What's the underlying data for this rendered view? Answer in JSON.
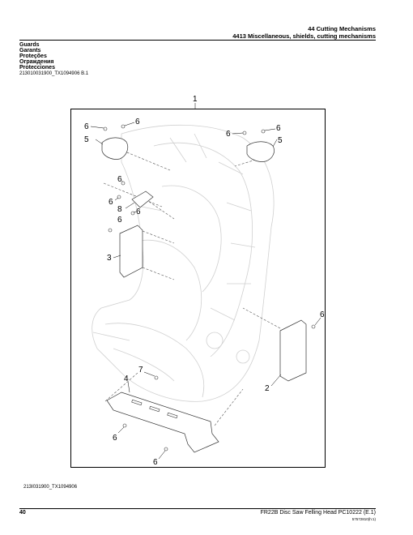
{
  "header": {
    "title": "44 Cutting Mechanisms",
    "subtitle": "4413 Miscellaneous, shields, cutting mechanisms"
  },
  "titles": [
    "Guards",
    "Garants",
    "Proteções",
    "Ограждения",
    "Protecciones"
  ],
  "figure_id_top": "213010031900_TX1094906 B.1",
  "figure_id_bottom": "213I031900_TX1094906",
  "callouts": {
    "assembly": "1",
    "shield_right": "2",
    "shield_left": "3",
    "guard_bottom": "4",
    "cover": "5",
    "bolt": "6",
    "screw": "7",
    "plate": "8"
  },
  "footer": {
    "page": "40",
    "doc": "FR22B Disc Saw Felling Head   PC10222   (E.1)",
    "code": "57572810(h:1)"
  }
}
